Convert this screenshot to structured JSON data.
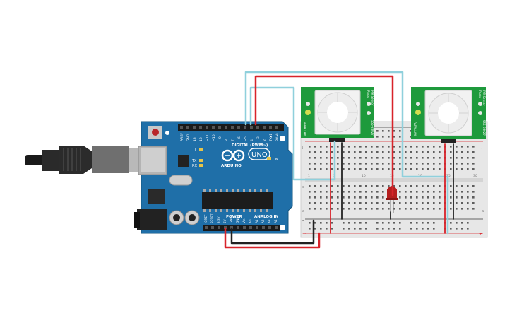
{
  "arduino": {
    "digital_label": "DIGITAL (PWM~)",
    "digital_pins": [
      "AREF",
      "GND",
      "13",
      "12",
      "~11",
      "~10",
      "~9",
      "8",
      "7",
      "~6",
      "~5",
      "4",
      "~3",
      "2",
      "TX▸1",
      "RX◂0"
    ],
    "analog_label": "ANALOG IN",
    "power_label": "POWER",
    "power_pins": [
      "IOREF",
      "RESET",
      "3.3V",
      "5V",
      "GND",
      "GND",
      "Vin"
    ],
    "analog_pins": [
      "A0",
      "A1",
      "A2",
      "A3",
      "A4",
      "A5"
    ],
    "brand": "ARDUINO",
    "model": "UNO",
    "on_label": "ON",
    "l_label": "L",
    "tx_label": "TX",
    "rx_label": "RX"
  },
  "sensors": [
    {
      "name_line1": "PIR Sensor",
      "name_line2": "Parts",
      "part_no": "555-28027",
      "brand": "PARALLAX"
    },
    {
      "name_line1": "PIR Sensor",
      "name_line2": "Parts",
      "part_no": "555-28027",
      "brand": "PARALLAX"
    }
  ],
  "breadboard": {
    "rows": [
      "j",
      "i",
      "h",
      "g",
      "f",
      "e",
      "d",
      "c",
      "b",
      "a"
    ],
    "col_numbers": [
      "1",
      "5",
      "10",
      "15",
      "20",
      "25",
      "30"
    ],
    "rail_plus": "+",
    "rail_minus": "-"
  },
  "colors": {
    "wire_red": "#d8232a",
    "wire_black": "#222222",
    "wire_cyan": "#8fd0dc",
    "board_blue": "#1f6fa8",
    "sensor_green": "#1e9a3c",
    "led_red": "#b51e1e"
  }
}
